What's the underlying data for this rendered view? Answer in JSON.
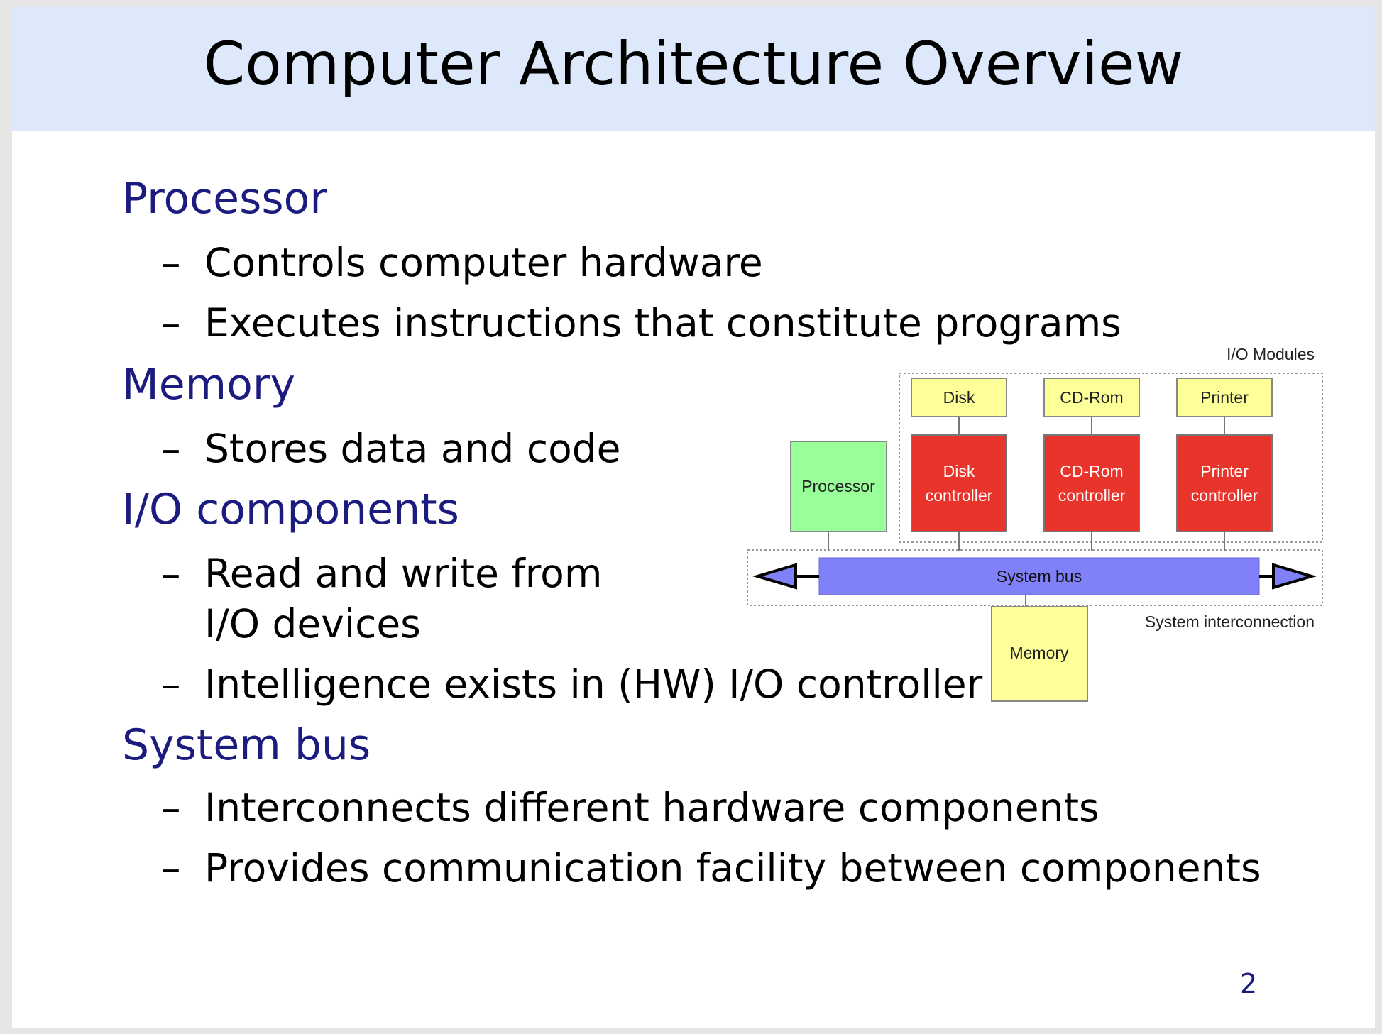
{
  "title": "Computer Architecture Overview",
  "sections": [
    {
      "heading": "Processor",
      "bullets": [
        "Controls computer hardware",
        "Executes instructions that constitute programs"
      ]
    },
    {
      "heading": "Memory",
      "bullets": [
        "Stores data and code"
      ]
    },
    {
      "heading": "I/O components",
      "bullets": [
        "Read and write from\nI/O devices",
        "Intelligence exists in (HW) I/O controller"
      ]
    },
    {
      "heading": "System bus",
      "bullets": [
        "Interconnects different hardware components",
        "Provides communication facility between components"
      ]
    }
  ],
  "bullet_marker": "–",
  "page_number": "2",
  "diagram": {
    "io_modules_label": "I/O Modules",
    "devices": [
      "Disk",
      "CD-Rom",
      "Printer"
    ],
    "controllers": [
      [
        "Disk",
        "controller"
      ],
      [
        "CD-Rom",
        "controller"
      ],
      [
        "Printer",
        "controller"
      ]
    ],
    "processor": "Processor",
    "bus": "System bus",
    "memory": "Memory",
    "interconnect_label": "System interconnection",
    "colors": {
      "device": "#ffff99",
      "controller": "#e8342a",
      "processor": "#99ff99",
      "bus": "#8080f8",
      "memory": "#ffff99",
      "title_band": "#dde8fb",
      "heading": "#1c1c80"
    }
  }
}
